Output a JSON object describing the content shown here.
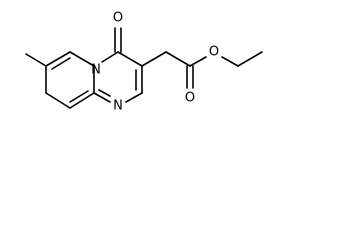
{
  "structure": {
    "atoms": {
      "carbonyl_oxygen": "O",
      "ring_nitrogen_bridgehead": "N",
      "ring_nitrogen": "N",
      "ester_carbonyl_oxygen": "O",
      "ester_ether_oxygen": "O"
    }
  },
  "colors": {
    "bond": "#000000",
    "label": "#000000",
    "background": "#ffffff"
  }
}
